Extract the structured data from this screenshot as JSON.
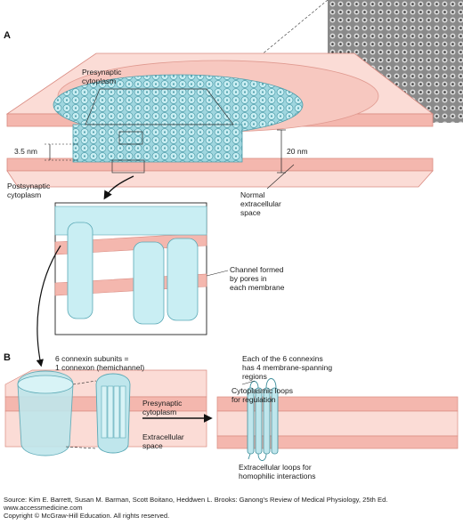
{
  "panels": {
    "a": "A",
    "b": "B"
  },
  "labels": {
    "presynaptic_top": "Presynaptic\ncytoplasm",
    "gap_35": "3.5 nm",
    "gap_20": "20 nm",
    "postsynaptic": "Postsynaptic\ncytoplasm",
    "normal_ecs": "Normal\nextracellular\nspace",
    "channel_formed": "Channel formed\nby pores in\neach membrane",
    "six_connexin": "6 connexin subunits =\n1 connexon (hemichannel)",
    "four_regions": "Each of the 6 connexins\nhas 4 membrane-spanning\nregions",
    "presynaptic_b": "Presynaptic\ncytoplasm",
    "extracellular_b": "Extracellular\nspace",
    "cyto_loops": "Cytoplasmic loops\nfor regulation",
    "extra_loops": "Extracellular loops for\nhomophilic interactions"
  },
  "source": {
    "line1": "Source: Kim E. Barrett, Susan M. Barman, Scott Boitano, Heddwen L. Brooks: Ganong's Review of Medical Physiology, 25th Ed.",
    "line2": "www.accessmedicine.com",
    "line3": "Copyright © McGraw-Hill Education.  All rights reserved."
  },
  "colors": {
    "membrane_pink": "#f4b7ae",
    "membrane_light": "#fbdcd6",
    "connexon_blue": "#bfe6ec",
    "connexon_stroke": "#5aa9b6",
    "micrograph_bg": "#6a6a6a"
  }
}
